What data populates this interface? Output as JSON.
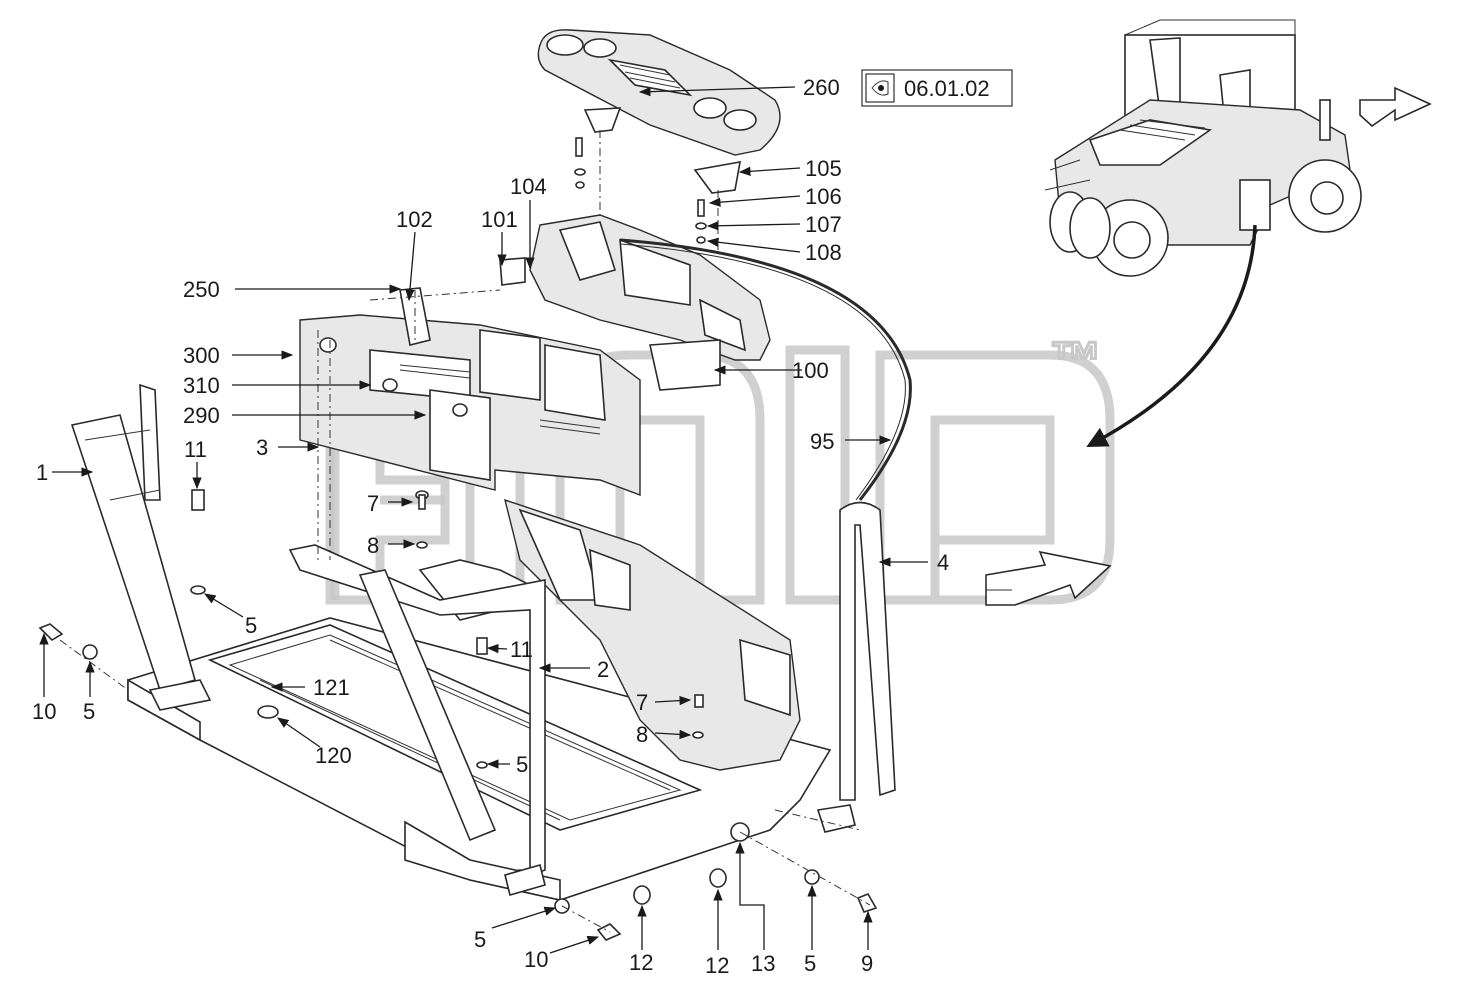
{
  "reference": {
    "text": "06.01.02",
    "icon": "eye-icon"
  },
  "watermark": {
    "trademark": "™"
  },
  "labels": [
    {
      "id": "260",
      "text": "260"
    },
    {
      "id": "105",
      "text": "105"
    },
    {
      "id": "106",
      "text": "106"
    },
    {
      "id": "107",
      "text": "107"
    },
    {
      "id": "108",
      "text": "108"
    },
    {
      "id": "104",
      "text": "104"
    },
    {
      "id": "102",
      "text": "102"
    },
    {
      "id": "101",
      "text": "101"
    },
    {
      "id": "250",
      "text": "250"
    },
    {
      "id": "300",
      "text": "300"
    },
    {
      "id": "310",
      "text": "310"
    },
    {
      "id": "290",
      "text": "290"
    },
    {
      "id": "100",
      "text": "100"
    },
    {
      "id": "3",
      "text": "3"
    },
    {
      "id": "95",
      "text": "95"
    },
    {
      "id": "11a",
      "text": "11"
    },
    {
      "id": "1",
      "text": "1"
    },
    {
      "id": "7a",
      "text": "7"
    },
    {
      "id": "8a",
      "text": "8"
    },
    {
      "id": "4",
      "text": "4"
    },
    {
      "id": "5a",
      "text": "5"
    },
    {
      "id": "11b",
      "text": "11"
    },
    {
      "id": "2",
      "text": "2"
    },
    {
      "id": "121",
      "text": "121"
    },
    {
      "id": "10a",
      "text": "10"
    },
    {
      "id": "5b",
      "text": "5"
    },
    {
      "id": "7b",
      "text": "7"
    },
    {
      "id": "120",
      "text": "120"
    },
    {
      "id": "8b",
      "text": "8"
    },
    {
      "id": "5c",
      "text": "5"
    },
    {
      "id": "5d",
      "text": "5"
    },
    {
      "id": "10b",
      "text": "10"
    },
    {
      "id": "12a",
      "text": "12"
    },
    {
      "id": "12b",
      "text": "12"
    },
    {
      "id": "13",
      "text": "13"
    },
    {
      "id": "5e",
      "text": "5"
    },
    {
      "id": "9",
      "text": "9"
    }
  ]
}
